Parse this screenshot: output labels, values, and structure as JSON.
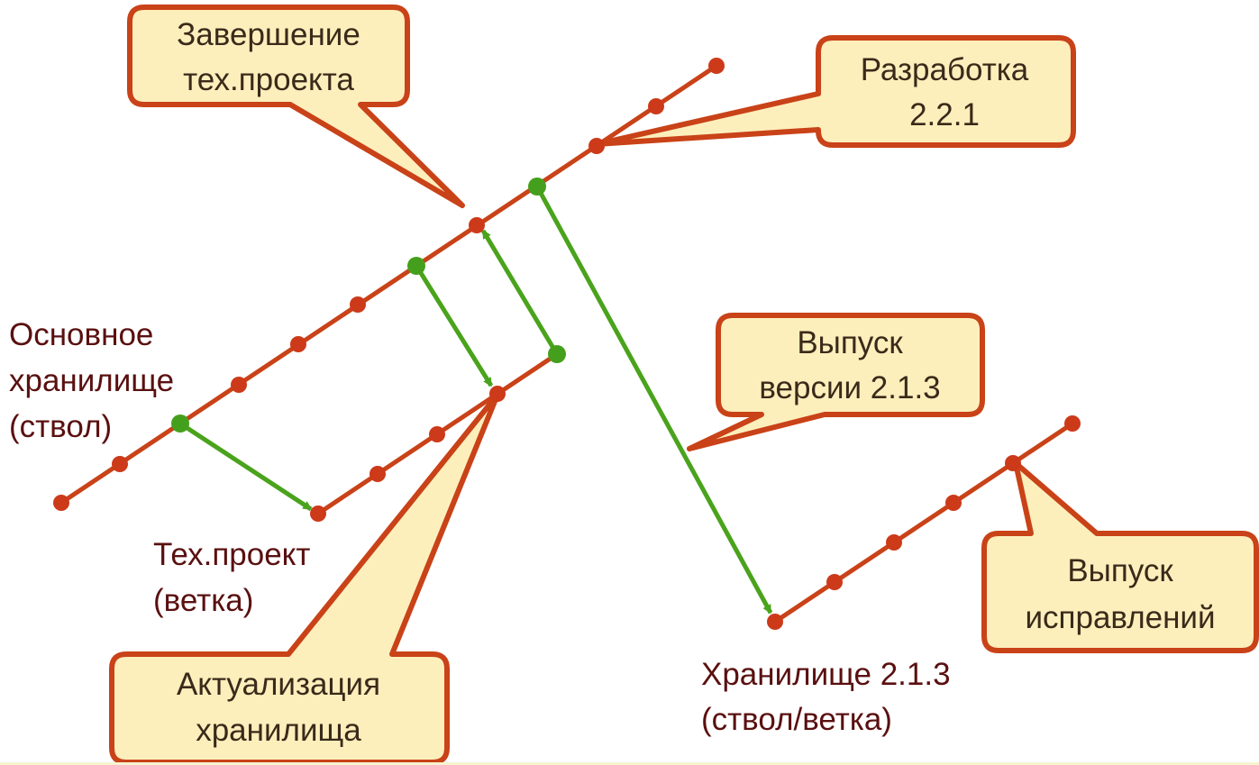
{
  "colors": {
    "branch_line": "#c94218",
    "node": "#cc3a1a",
    "arrow": "#4aa31c",
    "green_node": "#44a01c",
    "callout_fill": "#fdefbc",
    "callout_stroke": "#c94218",
    "label_text": "#5a1010",
    "callout_text": "#3a2a1a"
  },
  "labels": {
    "main_repo": [
      "Основное",
      "хранилище",
      "(ствол)"
    ],
    "tech_project": [
      "Тех.проект",
      "(ветка)"
    ],
    "repo_213": [
      "Хранилище 2.1.3",
      "(ствол/ветка)"
    ]
  },
  "callouts": {
    "completion": [
      "Завершение",
      "тех.проекта"
    ],
    "development": [
      "Разработка",
      "2.2.1"
    ],
    "release": [
      "Выпуск",
      "версии 2.1.3"
    ],
    "fixes": [
      "Выпуск",
      "исправлений"
    ],
    "actualization": [
      "Актуализация",
      "хранилища"
    ]
  }
}
